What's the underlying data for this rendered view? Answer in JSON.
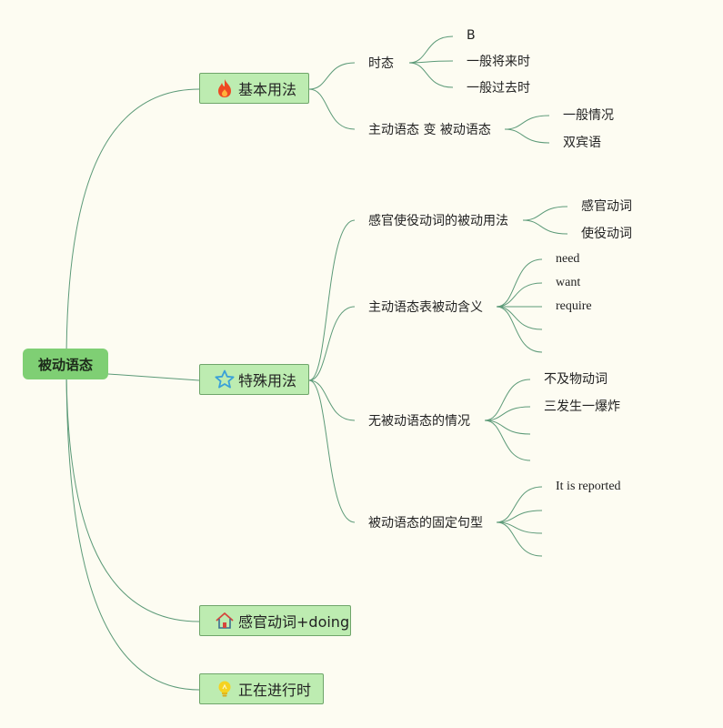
{
  "root": {
    "label": "被动语态"
  },
  "branches": [
    {
      "label": "基本用法",
      "icon": "flame-icon"
    },
    {
      "label": "特殊用法",
      "icon": "star-icon"
    },
    {
      "label": "感官动词+doing",
      "icon": "house-icon"
    },
    {
      "label": "正在进行时",
      "icon": "lightbulb-icon"
    }
  ],
  "basic": {
    "tense": {
      "label": "时态",
      "children": [
        "B",
        "一般将来时",
        "一般过去时"
      ]
    },
    "active_to_passive": {
      "label": "主动语态 变 被动语态",
      "children": [
        "一般情况",
        "双宾语"
      ]
    }
  },
  "special": {
    "sense_causative": {
      "label": "感官使役动词的被动用法",
      "children": [
        "感官动词",
        "使役动词"
      ]
    },
    "active_form_passive_meaning": {
      "label": "主动语态表被动含义",
      "children": [
        "need",
        "want",
        "require",
        "",
        ""
      ]
    },
    "no_passive": {
      "label": "无被动语态的情况",
      "children": [
        "不及物动词",
        "三发生一爆炸",
        "",
        ""
      ]
    },
    "fixed_patterns": {
      "label": "被动语态的固定句型",
      "children": [
        "It is reported",
        "",
        "",
        ""
      ]
    }
  },
  "colors": {
    "root_fill": "#7fcf74",
    "branch_fill": "#bdecb1",
    "link": "#5c9a78",
    "background": "#fdfcf2"
  }
}
